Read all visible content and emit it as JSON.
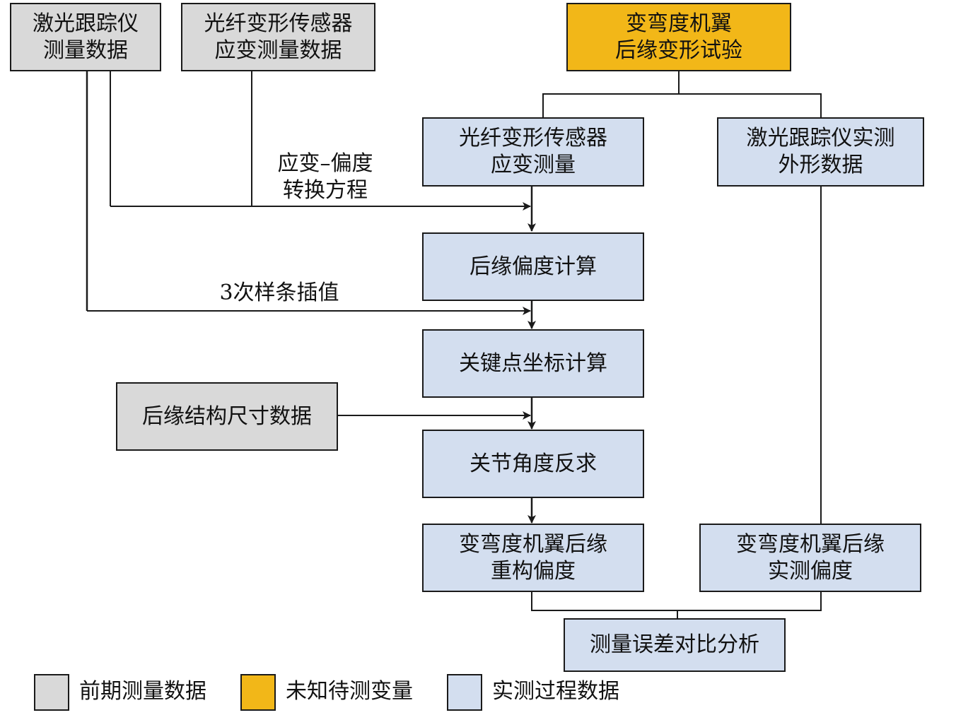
{
  "diagram": {
    "colors": {
      "pre_measured": "#d9d9d9",
      "unknown": "#f2b718",
      "process": "#d3deef",
      "line": "#1a1a1a"
    },
    "nodes": {
      "laser_tracker_data": {
        "lines": [
          "激光跟踪仪",
          "测量数据"
        ],
        "category": "pre_measured"
      },
      "fiber_strain_data": {
        "lines": [
          "光纤变形传感器",
          "应变测量数据"
        ],
        "category": "pre_measured"
      },
      "trailing_edge_test": {
        "lines": [
          "变弯度机翼",
          "后缘变形试验"
        ],
        "category": "unknown"
      },
      "fiber_strain_measure": {
        "lines": [
          "光纤变形传感器",
          "应变测量"
        ],
        "category": "process"
      },
      "laser_shape_data": {
        "lines": [
          "激光跟踪仪实测",
          "外形数据"
        ],
        "category": "process"
      },
      "deflection_calc": {
        "lines": [
          "后缘偏度计算"
        ],
        "category": "process"
      },
      "keypoint_calc": {
        "lines": [
          "关键点坐标计算"
        ],
        "category": "process"
      },
      "structure_size_data": {
        "lines": [
          "后缘结构尺寸数据"
        ],
        "category": "pre_measured"
      },
      "joint_angle_inverse": {
        "lines": [
          "关节角度反求"
        ],
        "category": "process"
      },
      "reconstructed_deflection": {
        "lines": [
          "变弯度机翼后缘",
          "重构偏度"
        ],
        "category": "process"
      },
      "measured_deflection": {
        "lines": [
          "变弯度机翼后缘",
          "实测偏度"
        ],
        "category": "process"
      },
      "error_analysis": {
        "lines": [
          "测量误差对比分析"
        ],
        "category": "process"
      }
    },
    "edge_labels": {
      "strain_deflection_eq": [
        "应变–偏度",
        "转换方程"
      ],
      "cubic_spline": [
        "3次样条插值"
      ]
    },
    "edges": [
      {
        "from": "trailing_edge_test",
        "to": "fiber_strain_measure",
        "arrow": false
      },
      {
        "from": "trailing_edge_test",
        "to": "laser_shape_data",
        "arrow": false
      },
      {
        "from": "fiber_strain_measure",
        "to": "deflection_calc",
        "arrow": true
      },
      {
        "from": "laser_tracker_data",
        "to": "deflection_calc",
        "arrow": true,
        "label": "strain_deflection_eq"
      },
      {
        "from": "fiber_strain_data",
        "to": "deflection_calc",
        "arrow": true,
        "label": "strain_deflection_eq"
      },
      {
        "from": "deflection_calc",
        "to": "keypoint_calc",
        "arrow": true
      },
      {
        "from": "laser_tracker_data",
        "to": "keypoint_calc",
        "arrow": true,
        "label": "cubic_spline"
      },
      {
        "from": "keypoint_calc",
        "to": "joint_angle_inverse",
        "arrow": true
      },
      {
        "from": "structure_size_data",
        "to": "joint_angle_inverse",
        "arrow": true
      },
      {
        "from": "joint_angle_inverse",
        "to": "reconstructed_deflection",
        "arrow": true
      },
      {
        "from": "laser_shape_data",
        "to": "measured_deflection",
        "arrow": false
      },
      {
        "from": "reconstructed_deflection",
        "to": "error_analysis",
        "arrow": false
      },
      {
        "from": "measured_deflection",
        "to": "error_analysis",
        "arrow": false
      }
    ]
  },
  "legend": [
    {
      "label": "前期测量数据",
      "category": "pre_measured"
    },
    {
      "label": "未知待测变量",
      "category": "unknown"
    },
    {
      "label": "实测过程数据",
      "category": "process"
    }
  ]
}
